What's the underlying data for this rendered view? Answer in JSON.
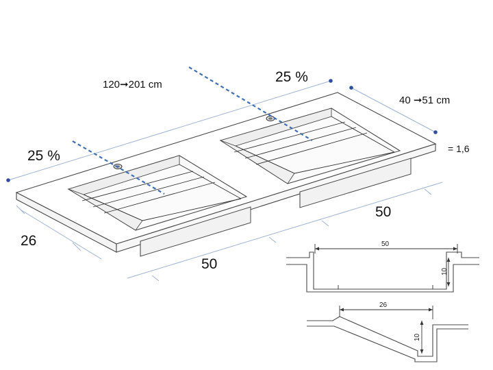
{
  "labels": {
    "slope_left": "25 %",
    "slope_right": "25 %",
    "length": "120➞201 cm",
    "depth": "40 ➞51 cm",
    "thickness": "= 1,6",
    "front_depth": "26",
    "basin_width_front": "50",
    "basin_width_back": "50"
  },
  "sections": {
    "top": {
      "width": "50",
      "height": "10"
    },
    "bottom": {
      "width": "26",
      "height": "10"
    }
  },
  "colors": {
    "dimension_line": "#9fb3d6",
    "dimension_dot": "#2f4e9e",
    "dashed_axis": "#3f6fb3",
    "outline": "#4a4a4a"
  }
}
